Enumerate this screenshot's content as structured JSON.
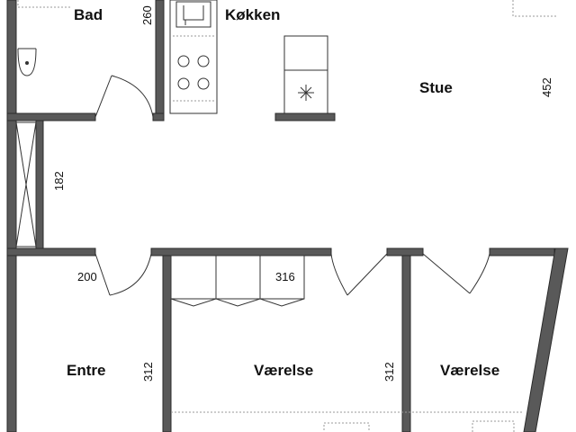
{
  "rooms": {
    "bad": "Bad",
    "kokken": "Køkken",
    "stue": "Stue",
    "entre": "Entre",
    "vaerelse_1": "Værelse",
    "vaerelse_2": "Værelse"
  },
  "dimensions": {
    "d260": "260",
    "d452": "452",
    "d182": "182",
    "d200": "200",
    "d316": "316",
    "d312_a": "312",
    "d312_b": "312"
  },
  "colors": {
    "wall": "#595959",
    "line": "#333333"
  }
}
